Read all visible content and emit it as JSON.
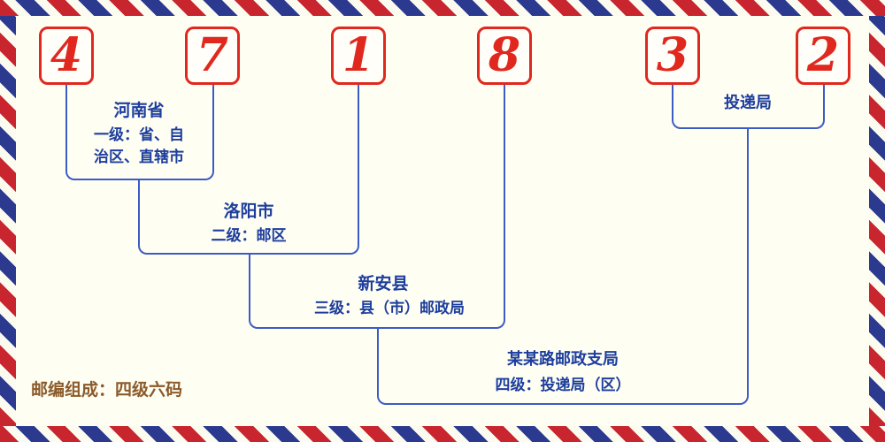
{
  "diagram": {
    "digits": [
      "4",
      "7",
      "1",
      "8",
      "3",
      "2"
    ],
    "levels": [
      {
        "name": "河南省",
        "desc1": "一级：省、自",
        "desc2": "治区、直辖市"
      },
      {
        "name": "洛阳市",
        "desc1": "二级：邮区"
      },
      {
        "name": "新安县",
        "desc1": "三级：县（市）邮政局"
      },
      {
        "name": "某某路邮政支局",
        "desc1": "四级：投递局（区）"
      },
      {
        "name": "投递局"
      }
    ],
    "footer_note": "邮编组成：四级六码",
    "colors": {
      "digit_red": "#e0281e",
      "label_blue": "#1d3e9e",
      "line_blue": "#3c5cc5",
      "stripe_red": "#c8252f",
      "stripe_blue": "#2b3a8f",
      "background": "#fffef2",
      "note_brown": "#8b5a2b"
    }
  }
}
